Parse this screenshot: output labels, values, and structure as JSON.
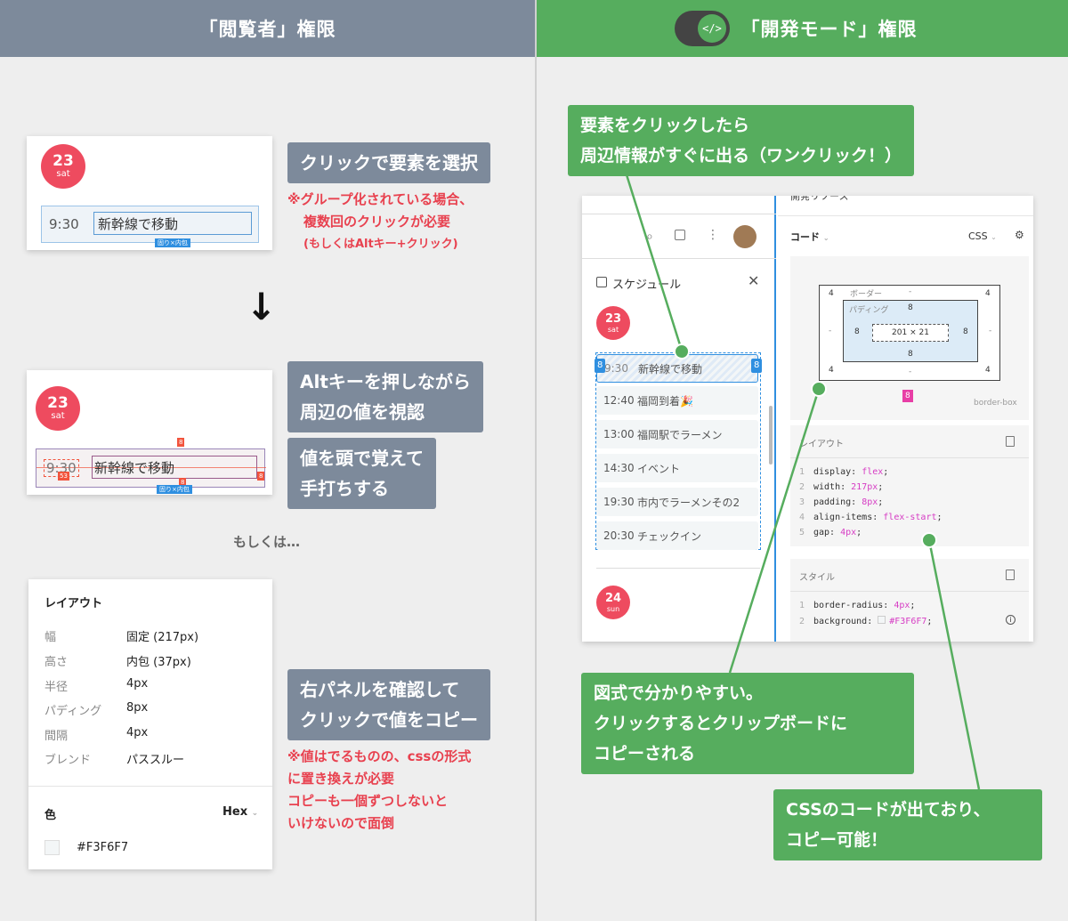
{
  "header": {
    "left_title": "「閲覧者」権限",
    "right_title": "「開発モード」権限",
    "toggle_icon": "</>"
  },
  "left": {
    "card1": {
      "date": "23",
      "weekday": "sat",
      "time": "9:30",
      "event": "新幹線で移動",
      "tag": "固り×内包"
    },
    "callout1": "クリックで要素を選択",
    "note1": [
      "※グループ化されている場合、",
      "複数回のクリックが必要",
      "(もしくはAltキー+クリック)"
    ],
    "arrow": "↓",
    "card2": {
      "date": "23",
      "weekday": "sat",
      "time": "9:30",
      "event": "新幹線で移動",
      "tag": "固り×内包",
      "n8a": "8",
      "n8b": "8",
      "n8c": "8",
      "n53": "53"
    },
    "callout2": [
      "Altキーを押しながら",
      "周辺の値を視認"
    ],
    "callout3": [
      "値を頭で覚えて",
      "手打ちする"
    ],
    "or_text": "もしくは…",
    "panel": {
      "title": "レイアウト",
      "rows": [
        {
          "label": "幅",
          "value": "固定 (217px)"
        },
        {
          "label": "高さ",
          "value": "内包 (37px)"
        },
        {
          "label": "半径",
          "value": "4px"
        },
        {
          "label": "パディング",
          "value": "8px"
        },
        {
          "label": "間隔",
          "value": "4px"
        },
        {
          "label": "ブレンド",
          "value": "パススルー"
        }
      ],
      "color_title": "色",
      "color_format": "Hex",
      "color_value": "#F3F6F7"
    },
    "callout4": [
      "右パネルを確認して",
      "クリックで値をコピー"
    ],
    "note2": [
      "※値はでるものの、cssの形式",
      "に置き換えが必要",
      "コピーも一個ずつしないと",
      "いけないので面倒"
    ]
  },
  "right": {
    "callout_top": [
      "要素をクリックしたら",
      "周辺情報がすぐに出る（ワンクリック！）"
    ],
    "schedule": {
      "title": "スケジュール",
      "day1": {
        "date": "23",
        "weekday": "sat"
      },
      "items": [
        {
          "time": "9:30",
          "title": "新幹線で移動"
        },
        {
          "time": "12:40",
          "title": "福岡到着🎉"
        },
        {
          "time": "13:00",
          "title": "福岡駅でラーメン"
        },
        {
          "time": "14:30",
          "title": "イベント"
        },
        {
          "time": "19:30",
          "title": "市内でラーメンその2"
        },
        {
          "time": "20:30",
          "title": "チェックイン"
        }
      ],
      "day2": {
        "date": "24",
        "weekday": "sun"
      },
      "badge_left": "8",
      "badge_right": "8"
    },
    "devpanel": {
      "tab": "コード",
      "lang": "CSS",
      "top_cut": "開発リソース",
      "box": {
        "border_label": "ボーダー",
        "padding_label": "パディング",
        "size": "201 × 21",
        "p_top": "8",
        "p_left": "8",
        "p_right": "8",
        "p_bottom": "8",
        "m_tl": "4",
        "m_tr": "4",
        "m_bl": "4",
        "m_br": "4",
        "dash1": "-",
        "dash2": "-",
        "dash3": "-",
        "dash4": "-",
        "gap": "8",
        "box_sizing": "border-box"
      },
      "layout_title": "レイアウト",
      "layout_code": [
        {
          "n": "1",
          "prop": "display: ",
          "val": "flex",
          "end": ";"
        },
        {
          "n": "2",
          "prop": "width: ",
          "val": "217px",
          "end": ";"
        },
        {
          "n": "3",
          "prop": "padding: ",
          "val": "8px",
          "end": ";"
        },
        {
          "n": "4",
          "prop": "align-items: ",
          "val": "flex-start",
          "end": ";"
        },
        {
          "n": "5",
          "prop": "gap: ",
          "val": "4px",
          "end": ";"
        }
      ],
      "style_title": "スタイル",
      "style_code": [
        {
          "n": "1",
          "prop": "border-radius: ",
          "val": "4px",
          "end": ";"
        },
        {
          "n": "2",
          "prop": "background: ",
          "val": "#F3F6F7",
          "end": ";"
        }
      ]
    },
    "callout_mid": [
      "図式で分かりやすい。",
      "クリックするとクリップボードに",
      "コピーされる"
    ],
    "callout_bottom": [
      "CSSのコードが出ており、",
      "コピー可能！"
    ]
  },
  "colors": {
    "gray_header": "#7d8a9b",
    "green": "#56ad5e",
    "red_date": "#ee4b5f",
    "note_red": "#e8414f"
  }
}
